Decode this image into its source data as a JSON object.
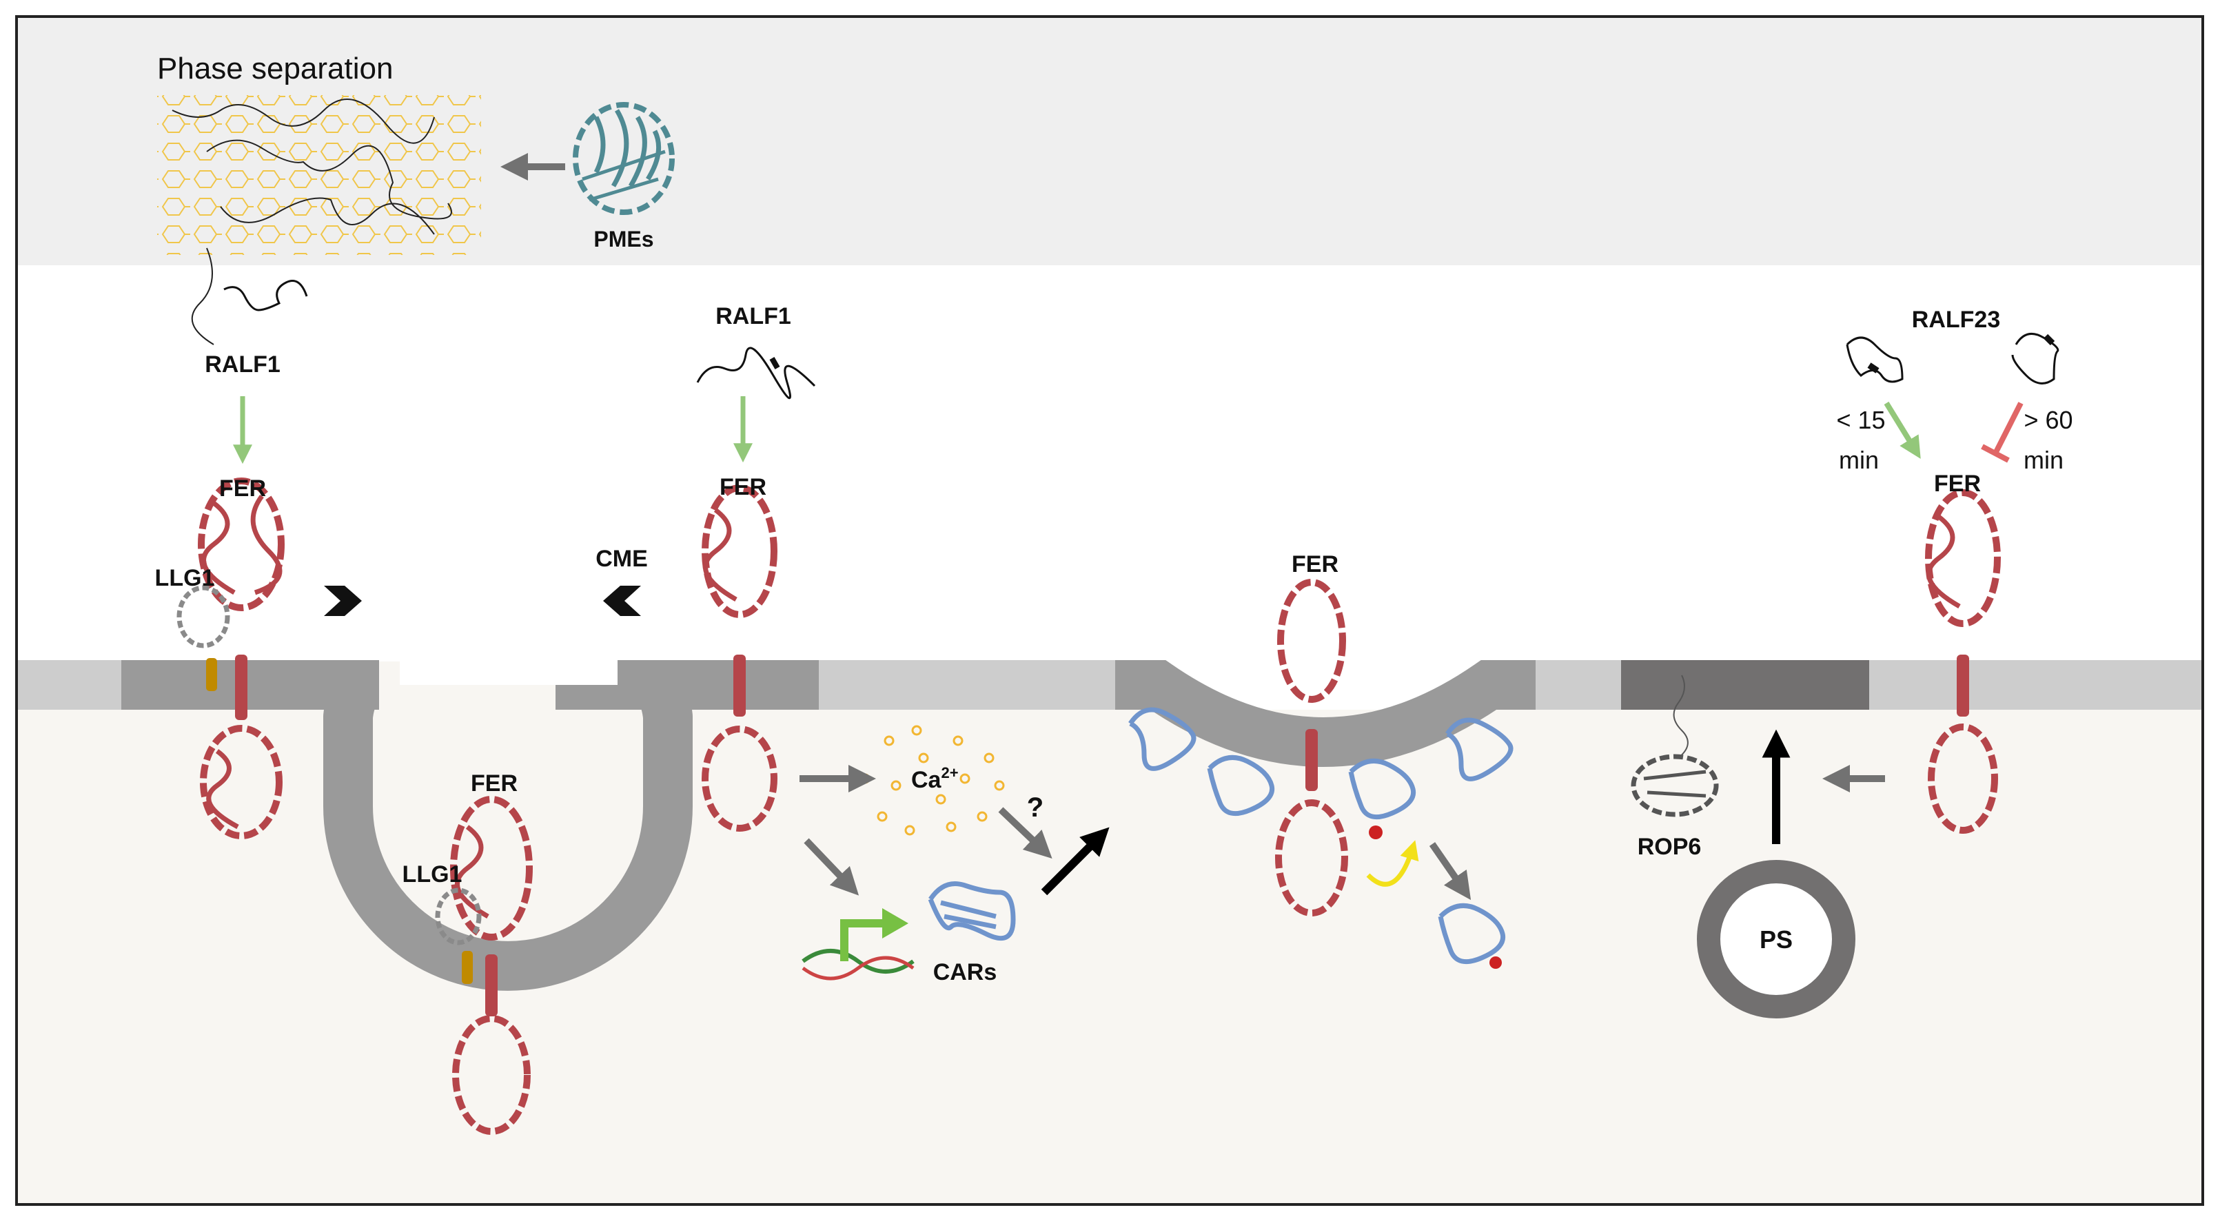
{
  "labels": {
    "phase_separation": "Phase separation",
    "pmes": "PMEs",
    "ralf1_left": "RALF1",
    "ralf1_mid": "RALF1",
    "ralf23": "RALF23",
    "fer_1": "FER",
    "fer_2": "FER",
    "fer_3": "FER",
    "fer_4": "FER",
    "fer_5": "FER",
    "llg1_top": "LLG1",
    "llg1_pit": "LLG1",
    "cme": "CME",
    "ca": "Ca",
    "ca_sup": "2+",
    "question": "?",
    "cars": "CARs",
    "rop6": "ROP6",
    "ps": "PS",
    "lt15": "< 15",
    "min_left": "min",
    "gt60": "> 60",
    "min_right": "min"
  },
  "colors": {
    "fer_protein": "#b5454a",
    "car_protein": "#6f94cc",
    "pme_protein": "#4f8a93",
    "llg1_protein": "#8a8a8a",
    "membrane_light": "#cdcdcd",
    "membrane_mid": "#9a9a9a",
    "membrane_dark": "#727070",
    "cell_wall": "#efefef",
    "cytoplasm": "#f8f6f2",
    "activate_arrow": "#93c77a",
    "inhibit_arrow": "#e06666",
    "pectin": "#f0c64a",
    "calcium": "#f2b632",
    "dna_arrow": "#77c043"
  }
}
